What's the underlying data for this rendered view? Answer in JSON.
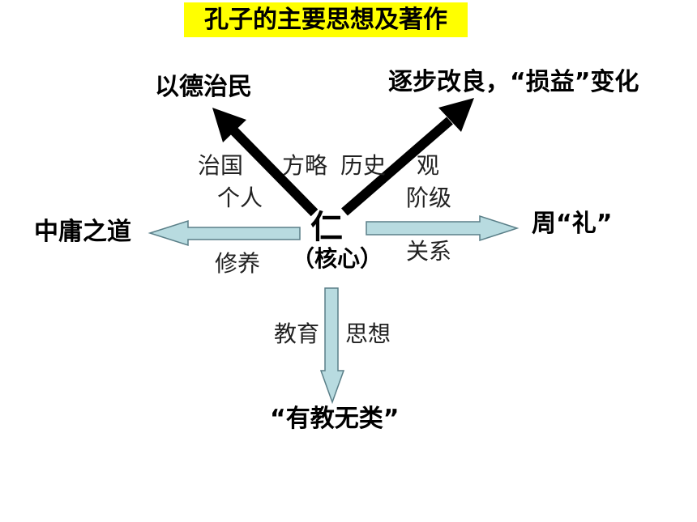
{
  "title": "孔子的主要思想及著作",
  "center": {
    "main": "仁",
    "sub": "（核心）"
  },
  "outcomes": {
    "top_left": "以德治民",
    "top_right": "逐步改良，“损益”变化",
    "left": "中庸之道",
    "right": "周“礼”",
    "bottom": "“有教无类”"
  },
  "aspects": {
    "gov_1": "治国",
    "gov_2": "方略",
    "history_1": "历史",
    "history_2": "观",
    "personal": "个人",
    "cultivation": "修养",
    "class": "阶级",
    "relation": "关系",
    "edu_1": "教育",
    "edu_2": "思想"
  },
  "colors": {
    "title_bg": "#ffff00",
    "arrow_dark": "#000000",
    "arrow_light_fill": "#b8dbe0",
    "arrow_light_stroke": "#5a7f88"
  }
}
